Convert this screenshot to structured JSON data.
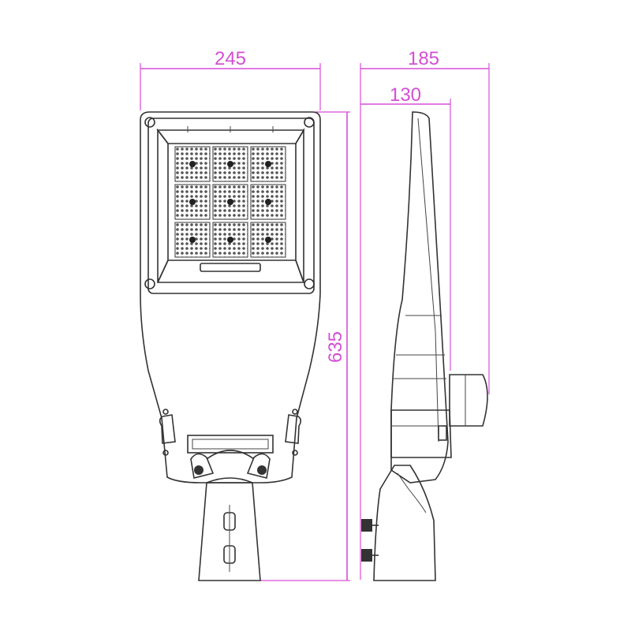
{
  "drawing": {
    "dimensions": {
      "front_width": "245",
      "side_depth_total": "185",
      "side_depth_body": "130",
      "height": "635"
    },
    "colors": {
      "dimension_line": "#d84ed8",
      "outline": "#333333"
    }
  }
}
